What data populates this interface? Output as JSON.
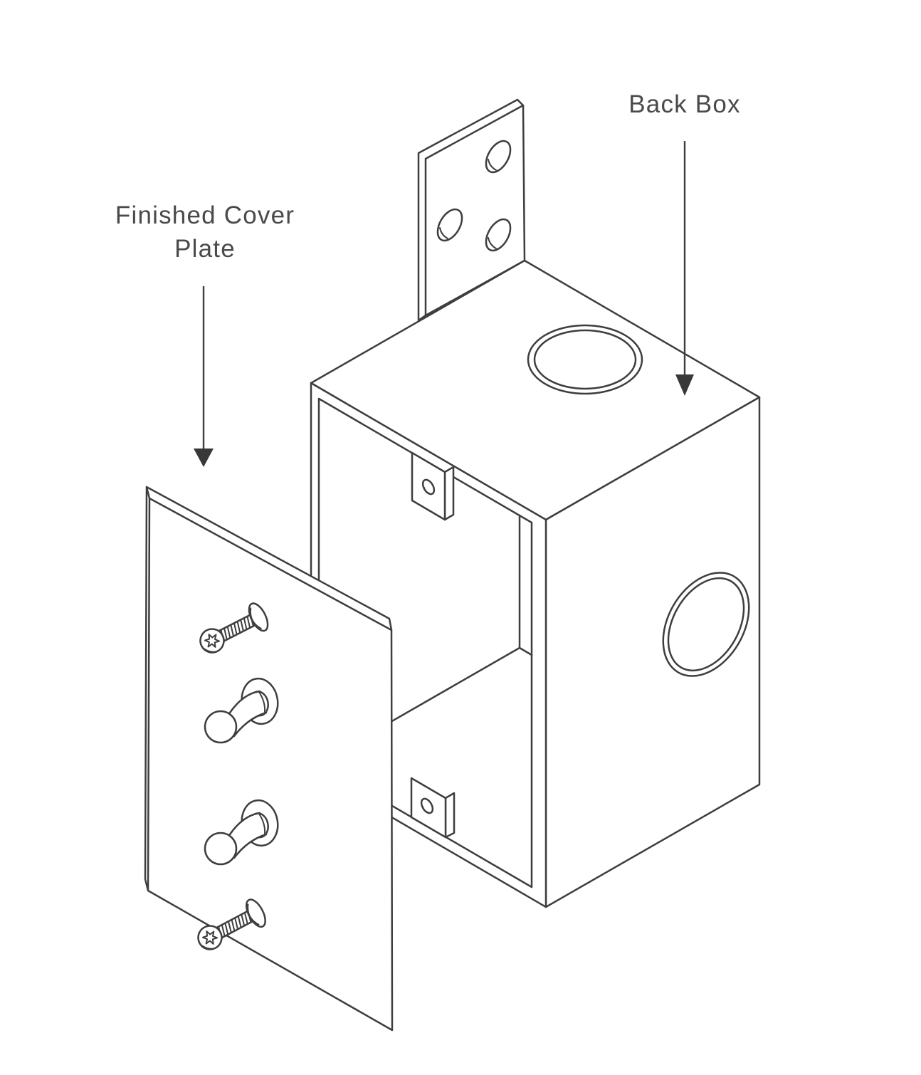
{
  "diagram": {
    "labels": {
      "cover_plate": {
        "line1": "Finished Cover",
        "line2": "Plate"
      },
      "back_box": "Back Box"
    },
    "style": {
      "line_color": "#3e3e3e",
      "text_color": "#4a4a4a",
      "arrow_color": "#383838",
      "background": "#ffffff"
    },
    "parts": {
      "back_box": {
        "label": "Back Box",
        "features": [
          "mounting-bracket-with-3-holes",
          "top-knockout-hole",
          "side-knockout-hole",
          "open-front-frame",
          "screw-lug-top",
          "screw-lug-bottom"
        ]
      },
      "finished_cover_plate": {
        "label": "Finished Cover Plate",
        "features": [
          "mounting-screw-top",
          "toggle-switch-upper",
          "toggle-switch-lower",
          "mounting-screw-bottom"
        ]
      }
    }
  }
}
